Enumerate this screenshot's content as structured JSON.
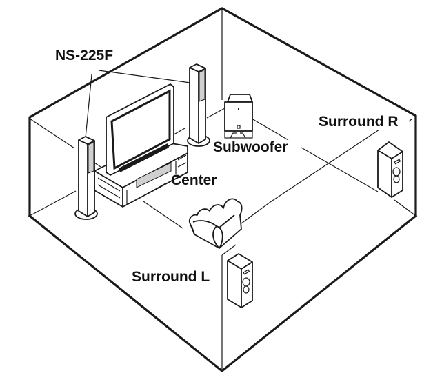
{
  "diagram": {
    "subject": "Speaker placement in a room (isometric view)",
    "labels": {
      "front_speakers": "NS-225F",
      "subwoofer": "Subwoofer",
      "center": "Center",
      "surround_right": "Surround R",
      "surround_left": "Surround L"
    },
    "components": [
      {
        "name": "front-left-speaker",
        "type": "tall floor-standing speaker",
        "label_ref": "front_speakers"
      },
      {
        "name": "front-right-speaker",
        "type": "tall floor-standing speaker",
        "label_ref": "front_speakers"
      },
      {
        "name": "television",
        "type": "flat panel TV on stand"
      },
      {
        "name": "center-speaker",
        "type": "center channel speaker in TV stand",
        "label_ref": "center"
      },
      {
        "name": "subwoofer",
        "type": "subwoofer box",
        "label_ref": "subwoofer"
      },
      {
        "name": "armchair",
        "type": "listening seat"
      },
      {
        "name": "surround-left-speaker",
        "type": "bookshelf speaker",
        "label_ref": "surround_left"
      },
      {
        "name": "surround-right-speaker",
        "type": "bookshelf speaker",
        "label_ref": "surround_right"
      }
    ],
    "colors": {
      "line": "#1a1a1a",
      "background": "#ffffff",
      "speaker_grille": "#d0d0d0"
    }
  }
}
